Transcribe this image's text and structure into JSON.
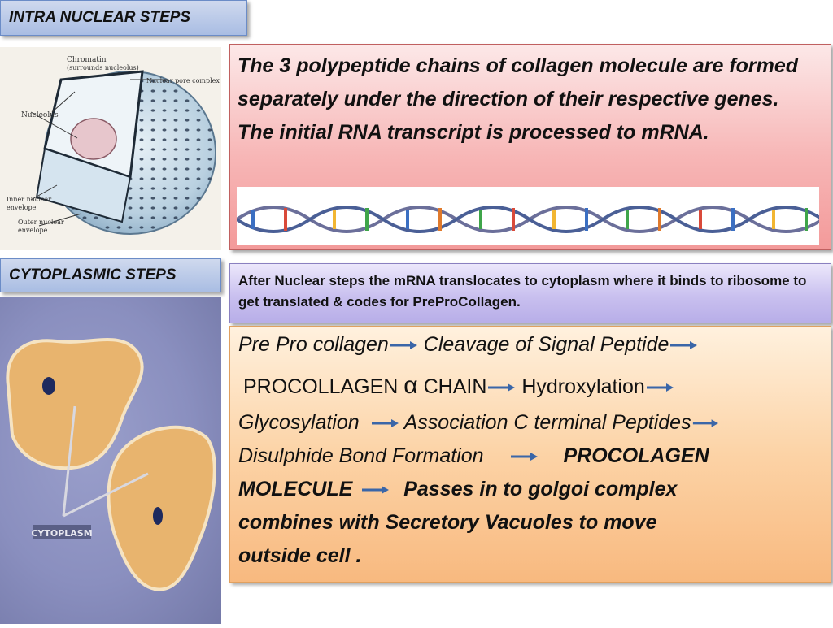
{
  "labels": {
    "intra": "INTRA NUCLEAR STEPS",
    "cyto": "CYTOPLASMIC STEPS"
  },
  "nucleus_figure": {
    "chromatin": "Chromatin",
    "chromatin_sub": "(surrounds nucleolus)",
    "nuclear_pore": "Nuclear pore complex",
    "nucleolus": "Nucleolus",
    "inner_env_1": "Inner nuclear",
    "inner_env_2": "envelope",
    "outer_env_1": "Outer nuclear",
    "outer_env_2": "envelope"
  },
  "cell_figure": {
    "cytoplasm": "CYTOPLASM"
  },
  "box1": {
    "text": "The 3 polypeptide chains of collagen molecule are formed separately under the direction of their respective genes. The initial RNA transcript is processed to mRNA."
  },
  "box2": {
    "text": "After Nuclear steps the mRNA translocates to cytoplasm where it binds to ribosome to get translated & codes for PreProCollagen."
  },
  "box3": {
    "pre_pro": "Pre Pro collagen",
    "cleavage": "Cleavage of Signal Peptide",
    "procollagen": "PROCOLLAGEN",
    "alpha": "α",
    "chain": "CHAIN",
    "hydroxylation": "Hydroxylation",
    "glycosylation": "Glycosylation",
    "association": "Association C terminal Peptides",
    "disulphide": "Disulphide Bond Formation",
    "procolagen_molecule_1": "PROCOLAGEN",
    "procolagen_molecule_2": "MOLECULE",
    "passes": "Passes in to golgoi complex",
    "combines": "combines with Secretory Vacuoles  to move",
    "outside": "outside cell ."
  },
  "colors": {
    "arrow": "#3a66a8",
    "label_bg": "#b7c6e7",
    "box1_bg": "#f7b6b6",
    "box2_bg": "#c9c0ef",
    "box3_bg": "#fcd3a6"
  }
}
